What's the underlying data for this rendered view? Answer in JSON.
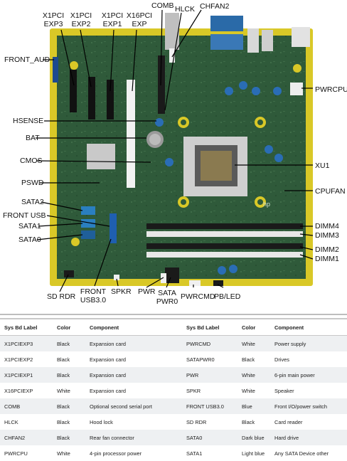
{
  "labels": {
    "x1pci_exp3": [
      "X1PCI",
      "EXP3"
    ],
    "x1pci_exp2": [
      "X1PCI",
      "EXP2"
    ],
    "x1pci_exp1": [
      "X1PCI",
      "EXP1"
    ],
    "x16pci_exp": [
      "X16PCI",
      "EXP"
    ],
    "comb": "COMB",
    "hlck": "HLCK",
    "chfan2": "CHFAN2",
    "front_aud": "FRONT_AUD",
    "pwrcpu": "PWRCPU",
    "hsense": "HSENSE",
    "bat": "BAT",
    "cmos": "CMOS",
    "xu1": "XU1",
    "pswd": "PSWD",
    "cpufan": "CPUFAN",
    "sata2": "SATA2",
    "front_usb": "FRONT USB",
    "sata1": "SATA1",
    "sata0": "SATA0",
    "dimm4": "DIMM4",
    "dimm3": "DIMM3",
    "dimm2": "DIMM2",
    "dimm1": "DIMM1",
    "sd_rdr": "SD RDR",
    "front_usb30": [
      "FRONT",
      "USB3.0"
    ],
    "spkr": "SPKR",
    "pwr": "PWR",
    "sata_pwr0": [
      "SATA",
      "PWR0"
    ],
    "pwrcmd": "PWRCMD",
    "pb_led": "PB/LED"
  },
  "table": {
    "headers": [
      "Sys Bd Label",
      "Color",
      "Component",
      "Sys Bd Label",
      "Color",
      "Component"
    ],
    "rows": [
      [
        "X1PCIEXP3",
        "Black",
        "Expansion card",
        "PWRCMD",
        "White",
        "Power supply"
      ],
      [
        "X1PCIEXP2",
        "Black",
        "Expansion card",
        "SATAPWR0",
        "Black",
        "Drives"
      ],
      [
        "X1PCIEXP1",
        "Black",
        "Expansion card",
        "PWR",
        "White",
        "6-pin main power"
      ],
      [
        "X16PCIEXP",
        "White",
        "Expansion card",
        "SPKR",
        "White",
        "Speaker"
      ],
      [
        "COMB",
        "Black",
        "Optional second serial port",
        "FRONT USB3.0",
        "Blue",
        "Front I/O/power switch"
      ],
      [
        "HLCK",
        "Black",
        "Hood lock",
        "SD RDR",
        "Black",
        "Card reader"
      ],
      [
        "CHFAN2",
        "Black",
        "Rear fan connector",
        "SATA0",
        "Dark blue",
        "Hard drive"
      ],
      [
        "PWRCPU",
        "White",
        "4-pin processor power",
        "SATA1",
        "Light blue",
        "Any SATA Device other"
      ]
    ]
  },
  "colors": {
    "board_yellow": "#d9c827",
    "pcb_green": "#2f5a3a",
    "sata_blue": "#2a7fc0",
    "dimm_black": "#1a1a1a",
    "dimm_white": "#e8e8e8"
  }
}
